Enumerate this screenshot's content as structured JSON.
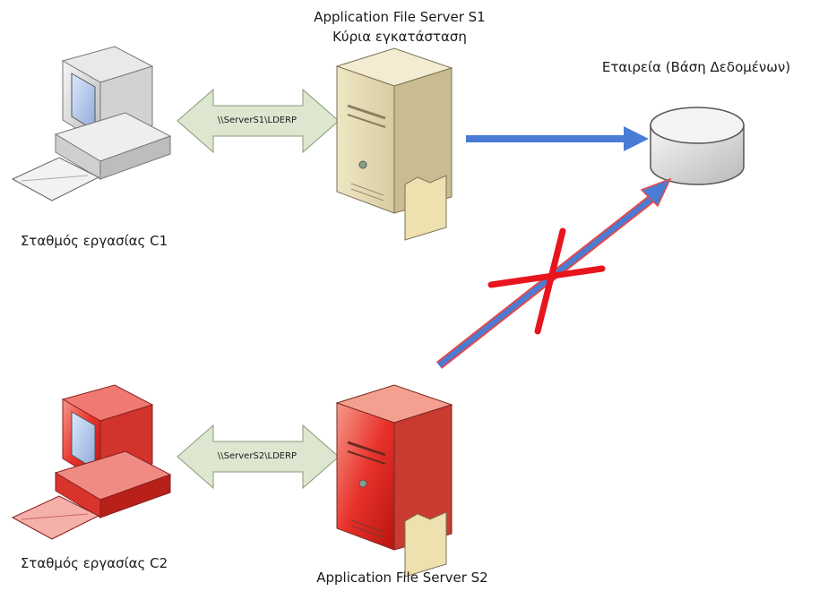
{
  "server1": {
    "title_line1": "Application File Server S1",
    "title_line2": "Κύρια εγκατάσταση"
  },
  "database": {
    "label": "Εταιρεία (Βάση Δεδομένων)"
  },
  "workstation1": {
    "label": "Σταθμός εργασίας C1"
  },
  "workstation2": {
    "label": "Σταθμός εργασίας C2"
  },
  "server2": {
    "title": "Application File Server S2"
  },
  "link1": {
    "path": "\\\\ServerS1\\LDERP"
  },
  "link2": {
    "path": "\\\\ServerS2\\LDERP"
  },
  "colors": {
    "ok_arrow": "#4a7cd6",
    "blocked_mark": "#e8141e",
    "alert_device": "#e33a3a",
    "link_arrow": "#dde6cf"
  }
}
